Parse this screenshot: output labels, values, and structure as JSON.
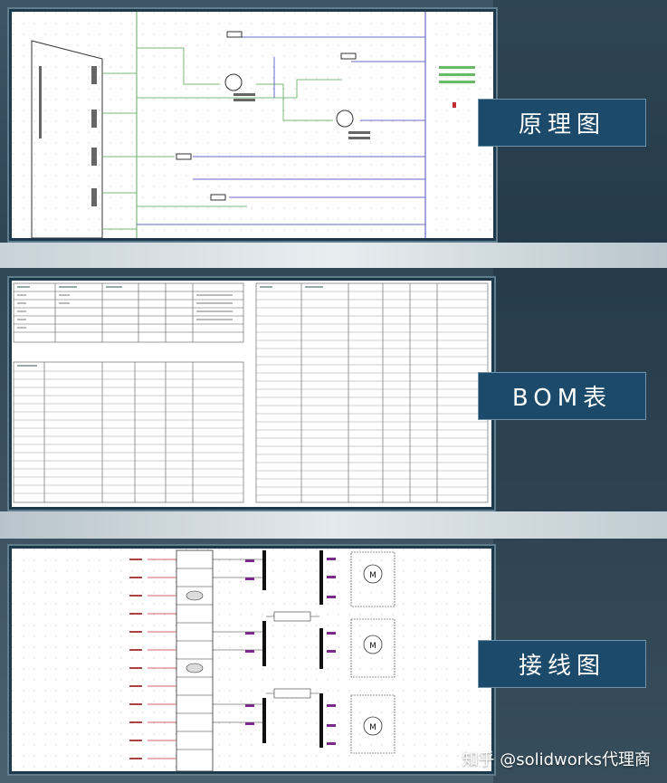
{
  "labels": {
    "schematic": "原理图",
    "bom": "BOM表",
    "wiring": "接线图"
  },
  "watermark": "知乎 @solidworks代理商",
  "colors": {
    "label_bg": "#1c4a6b",
    "panel_border": "#1c3a4c",
    "wire_green": "#7ab87a",
    "wire_blue": "#6a6ac8",
    "wire_red": "#c03030"
  },
  "icons": [
    "motor-symbol",
    "contactor-symbol"
  ]
}
